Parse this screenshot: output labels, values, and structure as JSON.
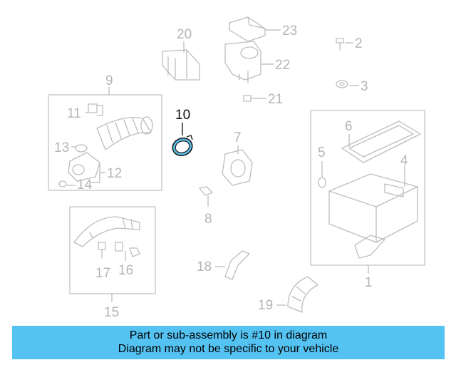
{
  "diagram": {
    "highlighted_part": "10",
    "callouts": [
      "1",
      "2",
      "3",
      "4",
      "5",
      "6",
      "7",
      "8",
      "9",
      "10",
      "11",
      "12",
      "13",
      "14",
      "15",
      "16",
      "17",
      "18",
      "19",
      "20",
      "21",
      "22",
      "23"
    ]
  },
  "banner": {
    "line1": "Part or sub-assembly is #10 in diagram",
    "line2": "Diagram may not be specific to your vehicle"
  },
  "colors": {
    "banner": "#55c3f2",
    "highlight": "#5cc0ea",
    "line_art": "#bdbdbd"
  }
}
